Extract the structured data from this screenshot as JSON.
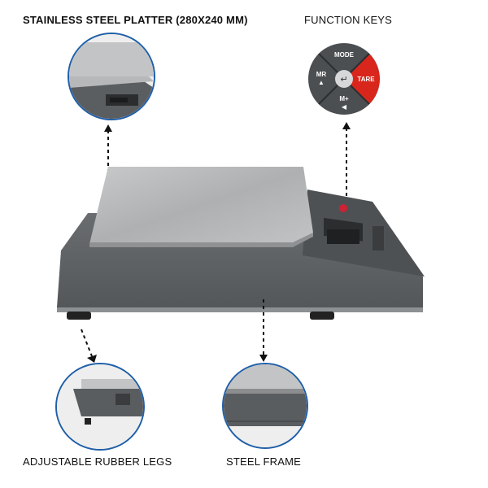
{
  "labels": {
    "platter": "STAINLESS STEEL PLATTER (280X240 MM)",
    "function_keys": "FUNCTION KEYS",
    "legs": "ADJUSTABLE RUBBER LEGS",
    "frame": "STEEL FRAME"
  },
  "keypad": {
    "mode": "MODE",
    "mr": "MR",
    "tare": "TARE",
    "mplus": "M+"
  },
  "colors": {
    "circle_border": "#1f5fa8",
    "tare_red": "#d9261c",
    "body_grey": "#5d6063",
    "platter_steel": "#b5b6b7"
  },
  "icons": [
    "enter-icon",
    "arrow-up-icon",
    "arrow-left-icon"
  ]
}
